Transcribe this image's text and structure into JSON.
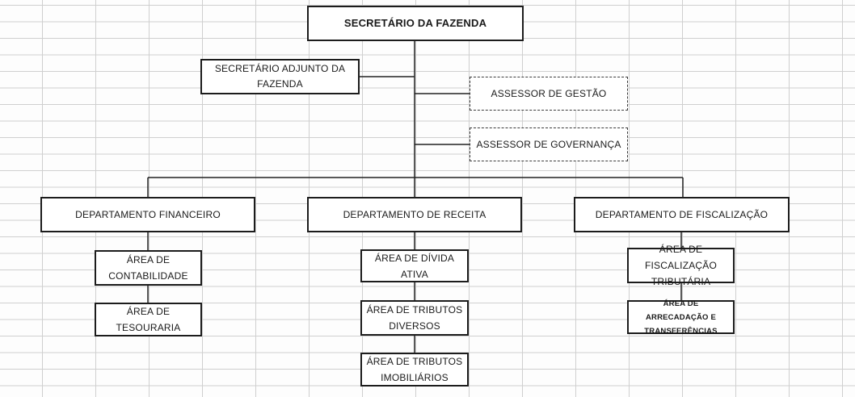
{
  "chart": {
    "secretario": "SECRETÁRIO DA FAZENDA",
    "adjunto": "SECRETÁRIO ADJUNTO DA FAZENDA",
    "assessor_gestao": "ASSESSOR DE GESTÃO",
    "assessor_governanca": "ASSESSOR DE GOVERNANÇA",
    "departments": {
      "financeiro": {
        "label": "DEPARTAMENTO FINANCEIRO",
        "areas": [
          "ÁREA DE CONTABILIDADE",
          "ÁREA DE TESOURARIA"
        ]
      },
      "receita": {
        "label": "DEPARTAMENTO DE RECEITA",
        "areas": [
          "ÁREA DE DÍVIDA ATIVA",
          "ÁREA DE TRIBUTOS DIVERSOS",
          "ÁREA DE TRIBUTOS IMOBILIÁRIOS"
        ]
      },
      "fiscalizacao": {
        "label": "DEPARTAMENTO DE FISCALIZAÇÃO",
        "areas": [
          "ÁREA DE FISCALIZAÇÃO TRIBUTÁRIA",
          "ÁREA DE ARRECADAÇÃO E TRANSFERÊNCIAS"
        ]
      }
    }
  }
}
